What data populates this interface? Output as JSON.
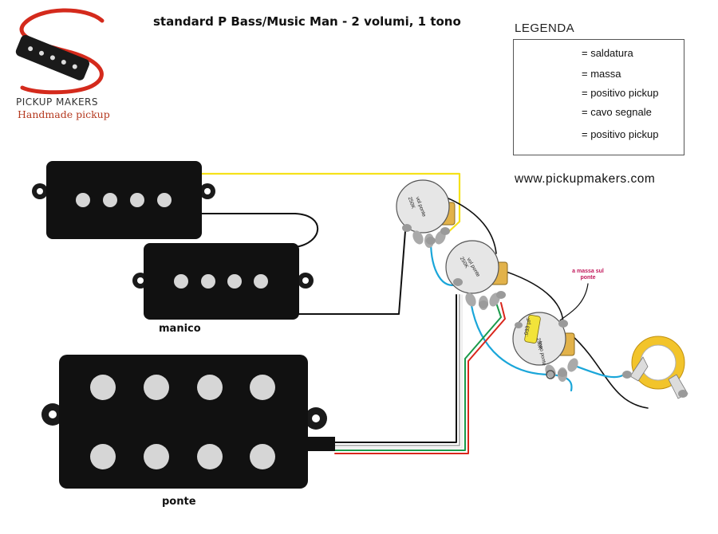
{
  "title": "standard P Bass/Music Man  - 2 volumi, 1 tono",
  "brand": {
    "name": "PICKUP MAKERS",
    "tagline": "Handmade pickup"
  },
  "legend": {
    "title": "LEGENDA",
    "items": [
      {
        "label": "= saldatura",
        "symbol": "solder-dot",
        "color": "#9a9a9a"
      },
      {
        "label": "= massa",
        "symbol": "wire",
        "color": "#000000"
      },
      {
        "label": "= positivo pickup",
        "symbol": "wire",
        "color": "#f5e11a"
      },
      {
        "label": "= cavo segnale",
        "symbol": "wire",
        "color": "#1aa6d9"
      },
      {
        "label": "= positivo pickup",
        "symbol": "double-wire",
        "colors": [
          "#1a9a4a",
          "#d9261c"
        ]
      }
    ]
  },
  "website": "www.pickupmakers.com",
  "pickups": {
    "neck_label": "manico",
    "bridge_label": "ponte"
  },
  "pots": {
    "volume_neck": {
      "value": "250K",
      "label": "vol ponte"
    },
    "volume_bridge": {
      "value": "250K",
      "label": "vol ponte"
    },
    "tone": {
      "value": "250K",
      "label": "tono ponte"
    }
  },
  "capacitor": {
    "value": ".033 µF"
  },
  "note": "a massa sul ponte",
  "colors": {
    "ground": "#000000",
    "pickup_positive": "#f5e11a",
    "signal": "#1aa6d9",
    "green": "#1a9a4a",
    "red": "#d9261c",
    "solder": "#9a9a9a",
    "logo_red": "#d42a1c",
    "jack_ring": "#f2c42b"
  }
}
